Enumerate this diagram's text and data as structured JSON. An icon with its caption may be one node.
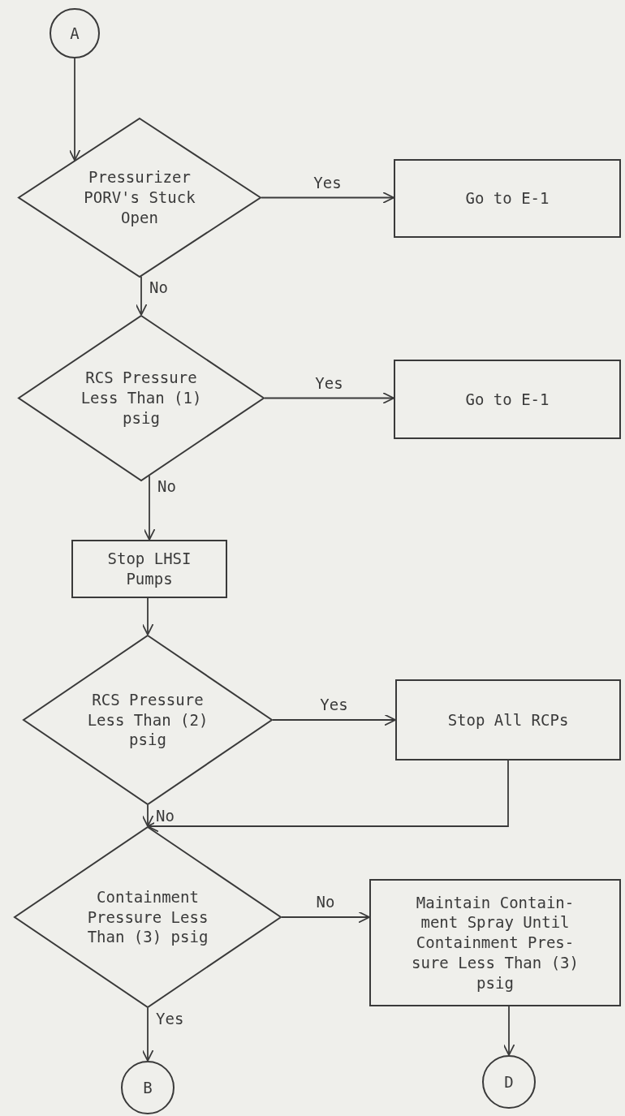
{
  "diagram": {
    "nodes": [
      {
        "text": [
          "A"
        ]
      },
      {
        "text": [
          "Pressurizer PORV's Stuck Open"
        ]
      },
      {
        "text": [
          "Go to E-1"
        ]
      },
      {
        "text": [
          "RCS Pressure Less Than (1) psig"
        ]
      },
      {
        "text": [
          "Go to E-1"
        ]
      },
      {
        "text": [
          "Stop LHSI Pumps"
        ]
      },
      {
        "text": [
          "RCS Pressure Less Than (2) psig"
        ]
      },
      {
        "text": [
          "Stop All RCPs"
        ]
      },
      {
        "text": [
          "Containment Pressure Less Than (3) psig"
        ]
      },
      {
        "text": [
          "Maintain Contain- ment Spray Until Containment Pres- sure Less Than (3) psig"
        ]
      },
      {
        "text": [
          "B"
        ]
      },
      {
        "text": [
          "D"
        ]
      }
    ],
    "edges": [
      {
        "from": 0,
        "to": 1,
        "arrow": "to"
      },
      {
        "from": 1,
        "to": 2,
        "arrow": "to",
        "label": "Yes"
      },
      {
        "from": 1,
        "to": 3,
        "arrow": "to",
        "label": "No"
      },
      {
        "from": 3,
        "to": 4,
        "arrow": "to",
        "label": "Yes"
      },
      {
        "from": 3,
        "to": 5,
        "arrow": "to",
        "label": "No"
      },
      {
        "from": 5,
        "to": 6,
        "arrow": "to"
      },
      {
        "from": 6,
        "to": 7,
        "arrow": "to",
        "label": "Yes"
      },
      {
        "from": 6,
        "to": 8,
        "arrow": "to",
        "label": "No"
      },
      {
        "from": 7,
        "to": 8,
        "arrow": "to"
      },
      {
        "from": 8,
        "to": 9,
        "arrow": "to",
        "label": "No"
      },
      {
        "from": 8,
        "to": 10,
        "arrow": "to",
        "label": "Yes"
      },
      {
        "from": 9,
        "to": 11,
        "arrow": "to"
      }
    ]
  }
}
